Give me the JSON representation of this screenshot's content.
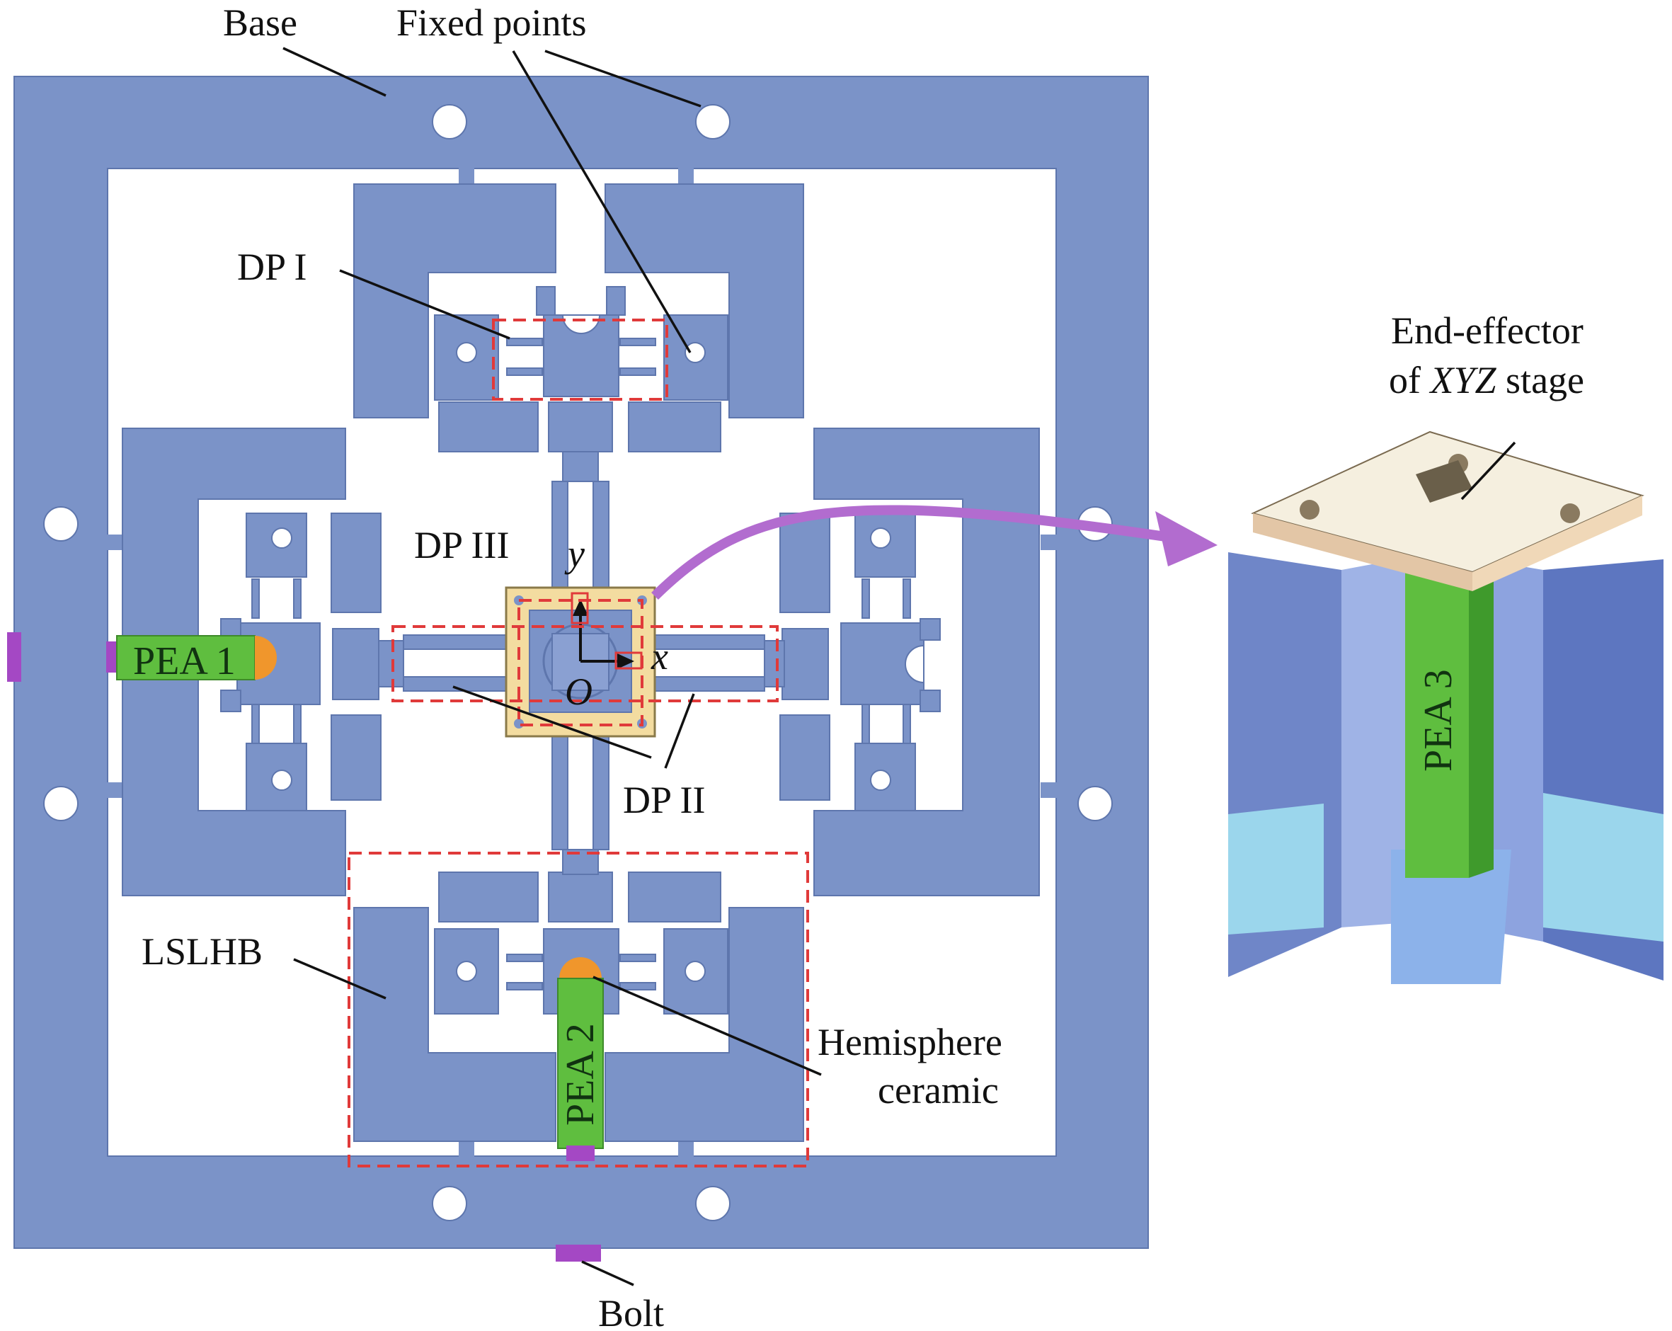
{
  "labels": {
    "base": "Base",
    "fixed_points": "Fixed points",
    "dp1": "DP I",
    "dp2": "DP II",
    "dp3": "DP III",
    "lslhb": "LSLHB",
    "hemisphere_1": "Hemisphere",
    "hemisphere_2": "ceramic",
    "bolt": "Bolt",
    "end_effector_1": "End-effector",
    "end_effector_2_pre": "of ",
    "end_effector_2_ital": "XYZ",
    "end_effector_2_post": " stage",
    "pea1": "PEA 1",
    "pea2": "PEA 2",
    "pea3": "PEA 3",
    "axis_x": "x",
    "axis_y": "y",
    "origin": "O"
  },
  "colors": {
    "structure": "#7b93c8",
    "actuator": "#5fbe3f",
    "hemisphere": "#f0962c",
    "bolt": "#a448c4",
    "highlight": "#e03a3a",
    "stage_center": "#f3dca0",
    "arrow": "#b26ccf",
    "effector_top": "#f5efdf"
  },
  "icons": {
    "fixed_point": "circle-hole-icon",
    "transfer_arrow": "curved-arrow-icon"
  }
}
